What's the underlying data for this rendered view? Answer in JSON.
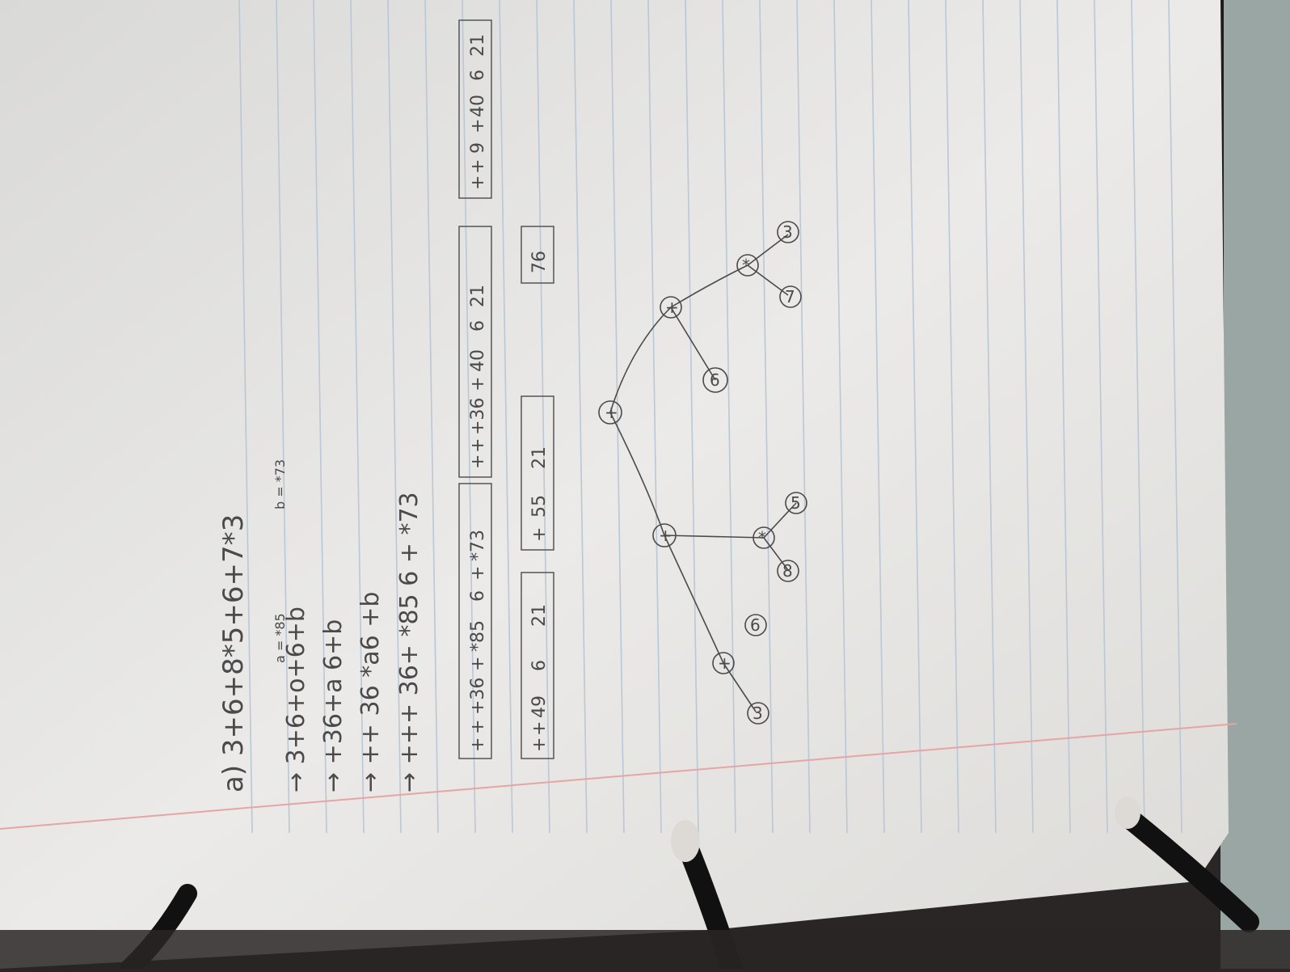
{
  "expression_lines": [
    "a) 3+6+8*5+6+7*3",
    "→ 3+6+o+6+b",
    "→ +36+a 6+b",
    "→ ++ 36 *a6 +b",
    "→ +++ 36+ *85 6 + *73"
  ],
  "annotations": {
    "a": "a = *85",
    "b": "b = *73"
  },
  "stack_rows": [
    {
      "cells": [
        "+",
        "+",
        "+36",
        "+",
        "*85",
        "6",
        "+",
        "*73"
      ]
    },
    {
      "cells": [
        "+",
        "+",
        "+36",
        "+",
        "40",
        "6",
        "21"
      ]
    },
    {
      "cells": [
        "+",
        "+",
        "9",
        "+",
        "40",
        "6",
        "21"
      ]
    },
    {
      "cells": [
        "+",
        "+",
        "49",
        "6",
        "21"
      ]
    },
    {
      "cells": [
        "+",
        "55",
        "21"
      ]
    },
    {
      "cells": [
        "76"
      ]
    }
  ],
  "tree_nodes": [
    "+",
    "+",
    "+",
    "3",
    "6",
    "*",
    "8",
    "5",
    "+",
    "6",
    "*",
    "7",
    "3"
  ],
  "colors": {
    "paper": "#e9e8e6",
    "rule_line": "#b9c7d6",
    "margin_line": "#e6a4a4",
    "pencil": "#4a4a4a",
    "background": "#2a2626"
  }
}
